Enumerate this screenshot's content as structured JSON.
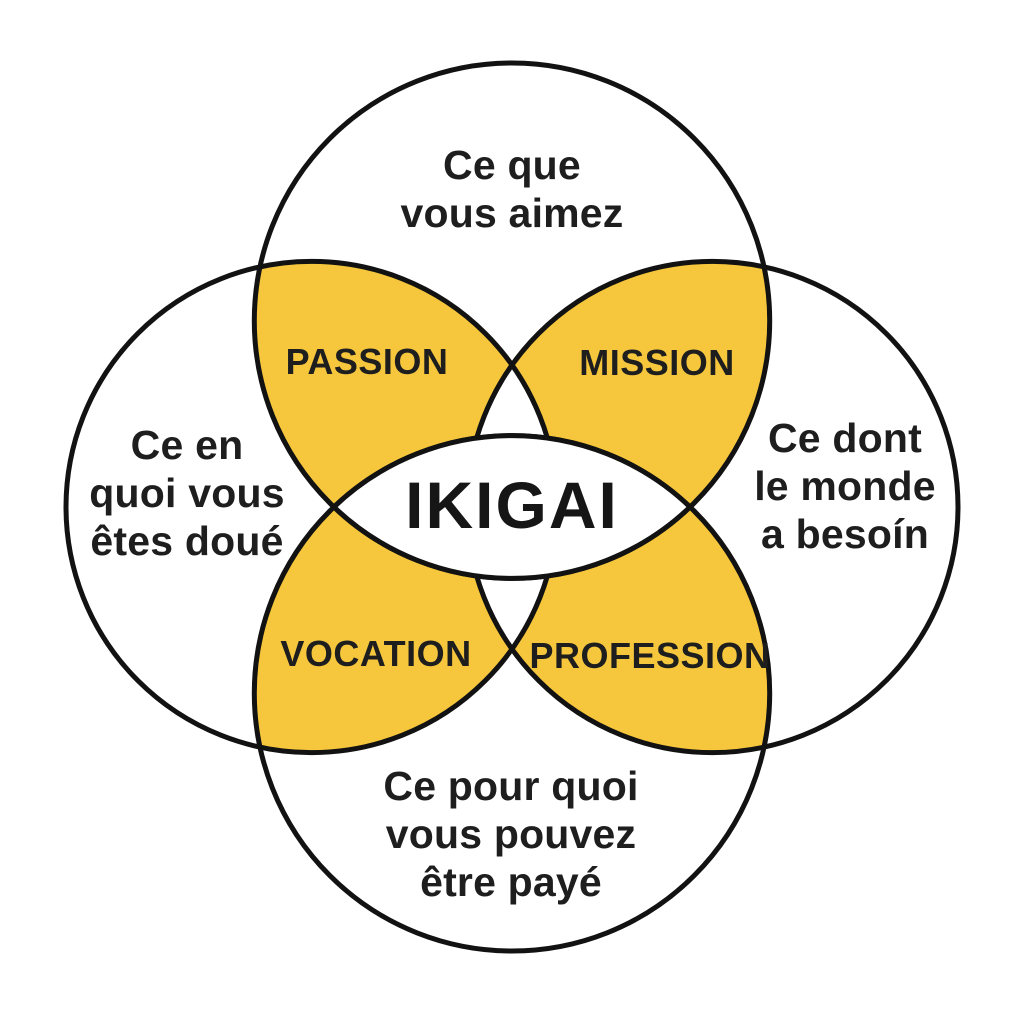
{
  "diagram": {
    "type": "venn-ikigai",
    "center_label": "IKIGAI",
    "circles": [
      {
        "id": "top",
        "lines": [
          "Ce que",
          "vous aimez"
        ]
      },
      {
        "id": "left",
        "lines": [
          "Ce en",
          "quoi vous",
          "êtes doué"
        ]
      },
      {
        "id": "right",
        "lines": [
          "Ce dont",
          "le monde",
          "a besoín"
        ]
      },
      {
        "id": "bottom",
        "lines": [
          "Ce pour quoi",
          "vous pouvez",
          "être payé"
        ]
      }
    ],
    "overlaps": [
      {
        "id": "passion",
        "label": "PASSION"
      },
      {
        "id": "mission",
        "label": "MISSION"
      },
      {
        "id": "vocation",
        "label": "VOCATION"
      },
      {
        "id": "profession",
        "label": "PROFESSION"
      }
    ],
    "colors": {
      "overlap_fill": "#F6C73C",
      "outline": "#121212",
      "background": "#FFFFFF",
      "text": "#1E1E1E"
    }
  }
}
